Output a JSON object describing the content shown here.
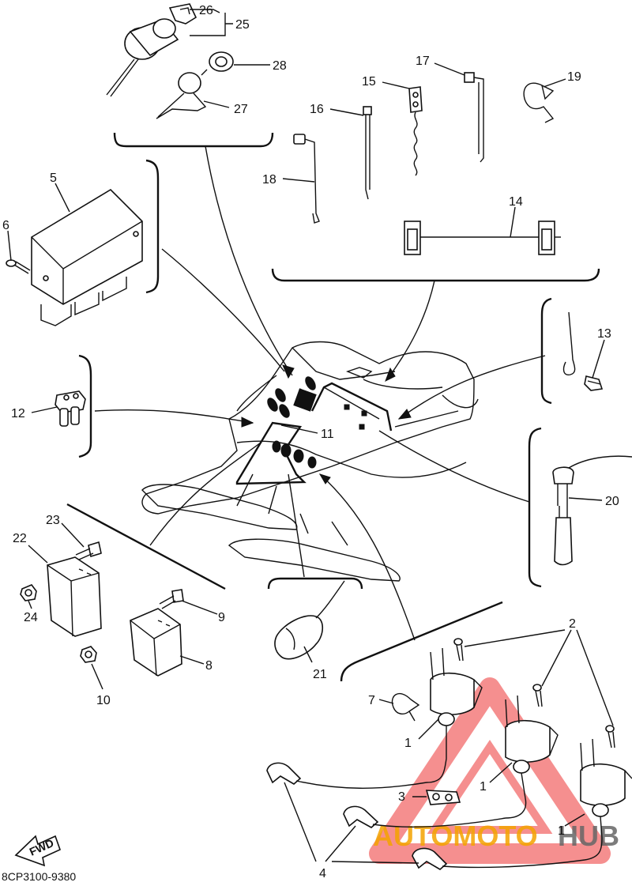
{
  "diagram": {
    "drawing_code": "8CP3100-9380",
    "direction_label": "FWD",
    "watermark": {
      "text_a": "AUTOMOTO",
      "text_b": "HUB",
      "color_a": "#f4a300",
      "color_b": "#666666",
      "triangle_color": "#f26a6a"
    },
    "callouts": {
      "c1a": "1",
      "c1b": "1",
      "c1c": "1",
      "c2": "2",
      "c3": "3",
      "c4": "4",
      "c5": "5",
      "c6": "6",
      "c7": "7",
      "c8": "8",
      "c9": "9",
      "c10": "10",
      "c11": "11",
      "c12": "12",
      "c13": "13",
      "c14": "14",
      "c15": "15",
      "c16": "16",
      "c17": "17",
      "c18": "18",
      "c19": "19",
      "c20": "20",
      "c21": "21",
      "c22": "22",
      "c23": "23",
      "c24": "24",
      "c25": "25",
      "c26": "26",
      "c27": "27",
      "c28": "28"
    }
  }
}
